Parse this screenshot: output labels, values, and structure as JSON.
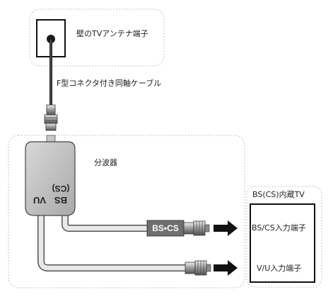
{
  "labels": {
    "wall_terminal": "壁のTVアンテナ端子",
    "cable": "F型コネクタ付き同軸ケーブル",
    "splitter": "分波器",
    "tv": "BS(CS)内蔵TV",
    "bscs_input": "BS/CS入力端子",
    "vu_input": "V/U入力端子"
  },
  "splitter_ports": {
    "cs": "(CS)",
    "bs": "BS",
    "vu": "VU"
  },
  "connector_tag": "BS•CS",
  "icons": [
    "wall-socket-icon",
    "f-connector-icon",
    "arrow-right-icon"
  ]
}
